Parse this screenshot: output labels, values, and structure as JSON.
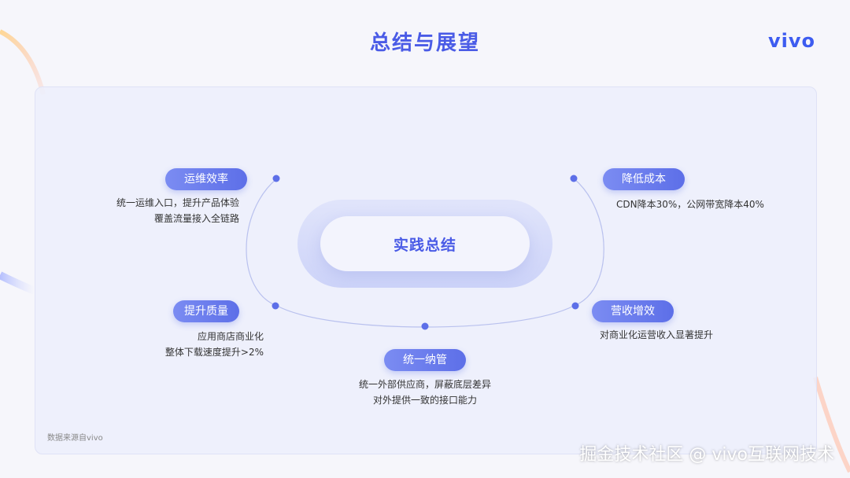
{
  "header": {
    "title": "总结与展望",
    "logo": "vivo"
  },
  "center": {
    "label": "实践总结"
  },
  "nodes": {
    "ops": {
      "tag": "运维效率",
      "line1": "统一运维入口，提升产品体验",
      "line2": "覆盖流量接入全链路"
    },
    "quality": {
      "tag": "提升质量",
      "line1": "应用商店商业化",
      "line2": "整体下载速度提升>2%"
    },
    "unify": {
      "tag": "统一纳管",
      "line1": "统一外部供应商，屏蔽底层差异",
      "line2": "对外提供一致的接口能力"
    },
    "cost": {
      "tag": "降低成本",
      "line1": "CDN降本30%，公网带宽降本40%"
    },
    "revenue": {
      "tag": "营收增效",
      "line1": "对商业化运营收入显著提升"
    }
  },
  "footer": {
    "source": "数据来源自vivo"
  },
  "watermark": "掘金技术社区 @ vivo互联网技术",
  "colors": {
    "accent": "#4a5be6",
    "tag_start": "#7b8cf2",
    "tag_end": "#5d6fe8",
    "dot": "#5d6fe8"
  }
}
